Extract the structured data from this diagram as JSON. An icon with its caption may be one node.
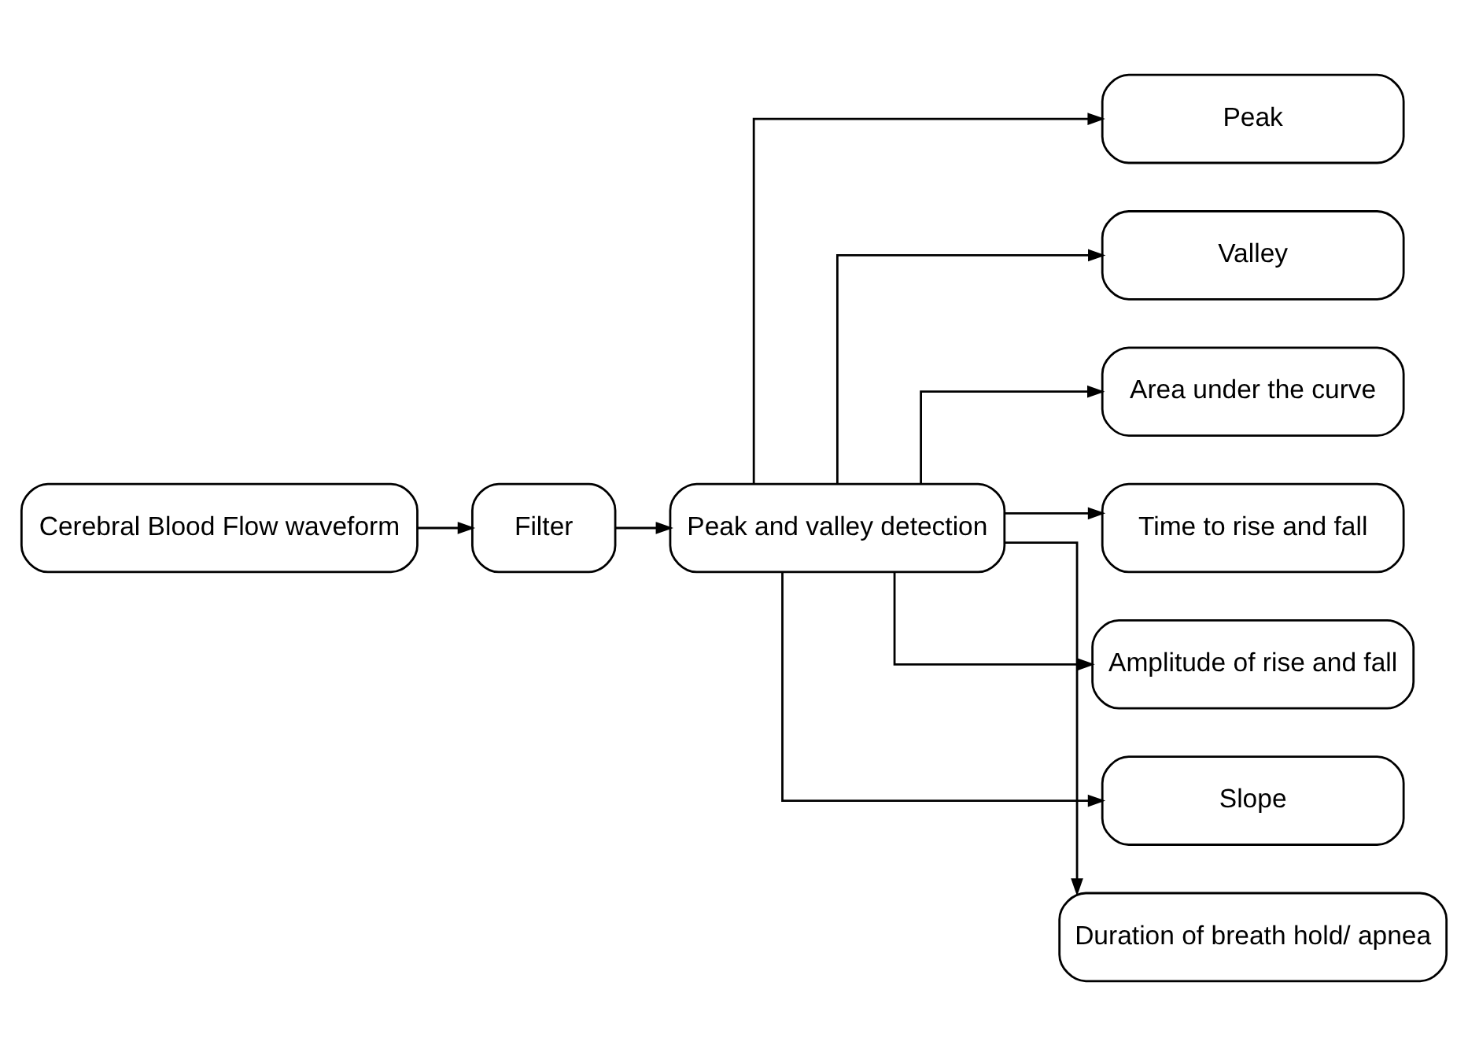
{
  "diagram": {
    "nodes": [
      {
        "text": [
          "Cerebral Blood Flow waveform"
        ]
      },
      {
        "text": [
          "Filter"
        ]
      },
      {
        "text": [
          "Peak and valley detection"
        ]
      },
      {
        "text": [
          "Peak"
        ]
      },
      {
        "text": [
          "Valley"
        ]
      },
      {
        "text": [
          "Area under the curve"
        ]
      },
      {
        "text": [
          "Time to rise and fall"
        ]
      },
      {
        "text": [
          "Amplitude of rise and fall"
        ]
      },
      {
        "text": [
          "Slope"
        ]
      },
      {
        "text": [
          "Duration of breath hold/ apnea"
        ]
      }
    ],
    "edges": [
      {
        "from": 0,
        "to": 1,
        "arrow": "to"
      },
      {
        "from": 1,
        "to": 2,
        "arrow": "to"
      },
      {
        "from": 2,
        "to": 3,
        "arrow": "to"
      },
      {
        "from": 2,
        "to": 4,
        "arrow": "to"
      },
      {
        "from": 2,
        "to": 5,
        "arrow": "to"
      },
      {
        "from": 2,
        "to": 6,
        "arrow": "to"
      },
      {
        "from": 2,
        "to": 7,
        "arrow": "to"
      },
      {
        "from": 2,
        "to": 8,
        "arrow": "to"
      },
      {
        "from": 2,
        "to": 9,
        "arrow": "to"
      }
    ]
  }
}
